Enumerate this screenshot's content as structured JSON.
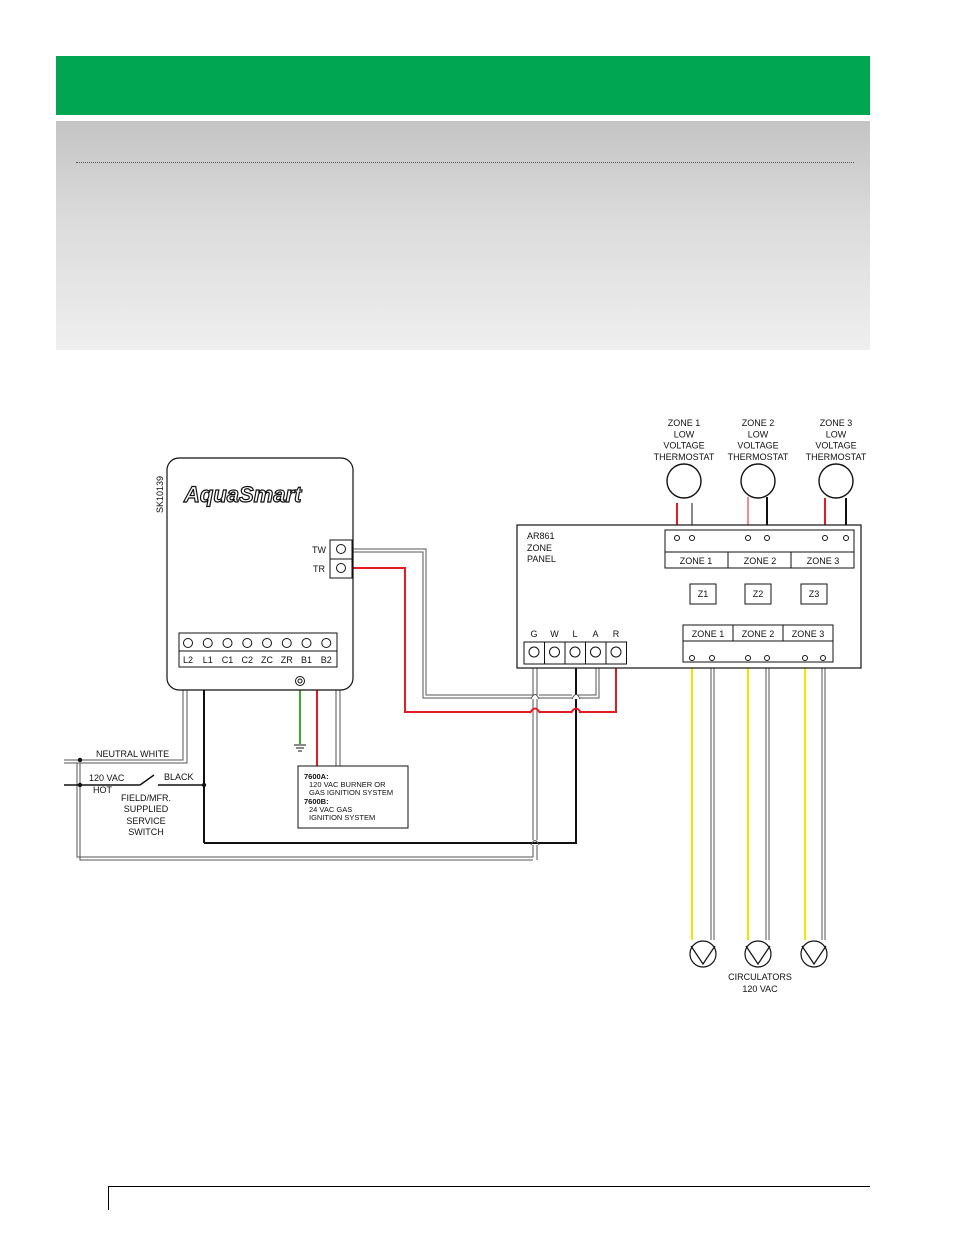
{
  "colors": {
    "header_green": "#00a651",
    "wire_red": "#e31b23",
    "wire_black": "#111111",
    "wire_white_outline": "#555555",
    "wire_green": "#3aa935",
    "wire_yellow": "#f2e600"
  },
  "controller": {
    "brand": "AquaSmart",
    "model_code": "SK10139",
    "sensor_terminals": [
      "TW",
      "TR"
    ],
    "terminals": [
      "L2",
      "L1",
      "C1",
      "C2",
      "ZC",
      "ZR",
      "B1",
      "B2"
    ]
  },
  "thermostats": [
    {
      "lines": [
        "ZONE 1",
        "LOW",
        "VOLTAGE",
        "THERMOSTAT"
      ]
    },
    {
      "lines": [
        "ZONE 2",
        "LOW",
        "VOLTAGE",
        "THERMOSTAT"
      ]
    },
    {
      "lines": [
        "ZONE 3",
        "LOW",
        "VOLTAGE",
        "THERMOSTAT"
      ]
    }
  ],
  "zone_panel": {
    "title_lines": [
      "AR861",
      "ZONE",
      "PANEL"
    ],
    "thermostat_zone_labels": [
      "ZONE 1",
      "ZONE 2",
      "ZONE 3"
    ],
    "zone_indicators": [
      "Z1",
      "Z2",
      "Z3"
    ],
    "output_zone_labels": [
      "ZONE 1",
      "ZONE 2",
      "ZONE 3"
    ],
    "terminals": [
      "G",
      "W",
      "L",
      "A",
      "R"
    ]
  },
  "power": {
    "neutral_label": "NEUTRAL WHITE",
    "hot_label_line1": "120 VAC",
    "hot_label_line2": "HOT",
    "black_label": "BLACK",
    "switch_lines": [
      "FIELD/MFR.",
      "SUPPLIED",
      "SERVICE",
      "SWITCH"
    ]
  },
  "ignition_note": {
    "line1": "7600A:",
    "line2": "120 VAC BURNER OR",
    "line3": "GAS IGNITION SYSTEM",
    "line4": "7600B:",
    "line5": "24 VAC GAS",
    "line6": "IGNITION SYSTEM"
  },
  "circulators": {
    "line1": "CIRCULATORS",
    "line2": "120 VAC"
  }
}
